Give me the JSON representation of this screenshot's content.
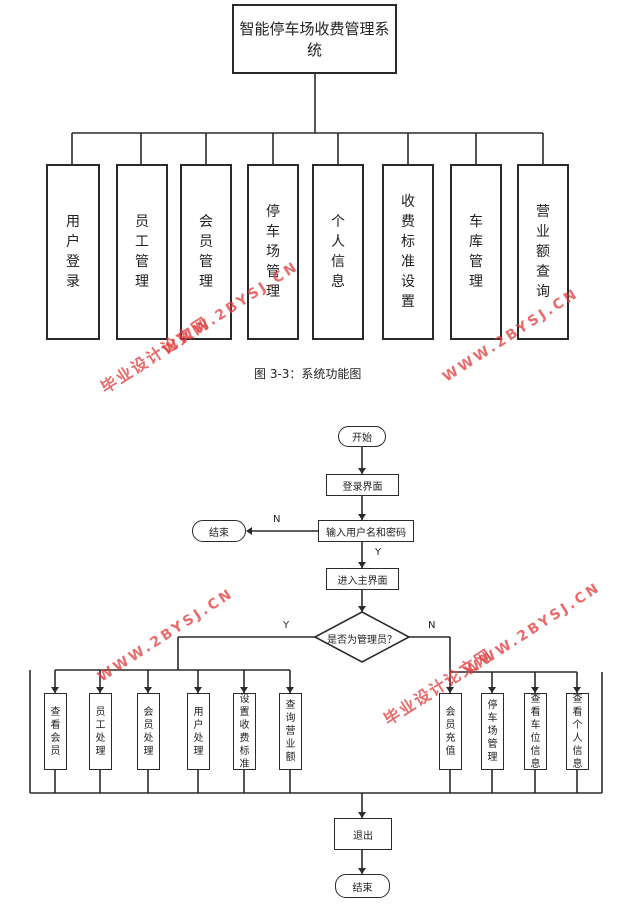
{
  "diagram1": {
    "root": "智能停车场收费管理系统",
    "modules": [
      [
        "用",
        "户",
        "登",
        "录"
      ],
      [
        "员",
        "工",
        "管",
        "理"
      ],
      [
        "会",
        "员",
        "管",
        "理"
      ],
      [
        "停",
        "车",
        "场",
        "管",
        "理"
      ],
      [
        "个",
        "人",
        "信",
        "息"
      ],
      [
        "收",
        "费",
        "标",
        "准",
        "设",
        "置"
      ],
      [
        "车",
        "库",
        "管",
        "理"
      ],
      [
        "营",
        "业",
        "额",
        "查",
        "询"
      ]
    ],
    "caption": "图 3-3：系统功能图"
  },
  "flowchart": {
    "start": "开始",
    "login": "登录界面",
    "input": "输入用户名和密码",
    "end_left": "结束",
    "no_label_1": "N",
    "yes_label_1": "Y",
    "main": "进入主界面",
    "decision": "是否为管理员？",
    "yes_label_2": "Y",
    "no_label_2": "N",
    "admin_items": [
      [
        "查",
        "看",
        "会",
        "员"
      ],
      [
        "员",
        "工",
        "处",
        "理"
      ],
      [
        "会",
        "员",
        "处",
        "理"
      ],
      [
        "用",
        "户",
        "处",
        "理"
      ],
      [
        "设",
        "置",
        "收",
        "费",
        "标",
        "准"
      ],
      [
        "查",
        "询",
        "营",
        "业",
        "额"
      ]
    ],
    "user_items": [
      [
        "会",
        "员",
        "充",
        "值"
      ],
      [
        "停",
        "车",
        "场",
        "管",
        "理"
      ],
      [
        "查",
        "看",
        "车",
        "位",
        "信",
        "息"
      ],
      [
        "查",
        "看",
        "个",
        "人",
        "信",
        "息"
      ]
    ],
    "exit": "退出",
    "end_bottom": "结束"
  },
  "watermarks": {
    "url": "WWW.2BYSJ.CN",
    "cn": "毕业设计论文网"
  }
}
